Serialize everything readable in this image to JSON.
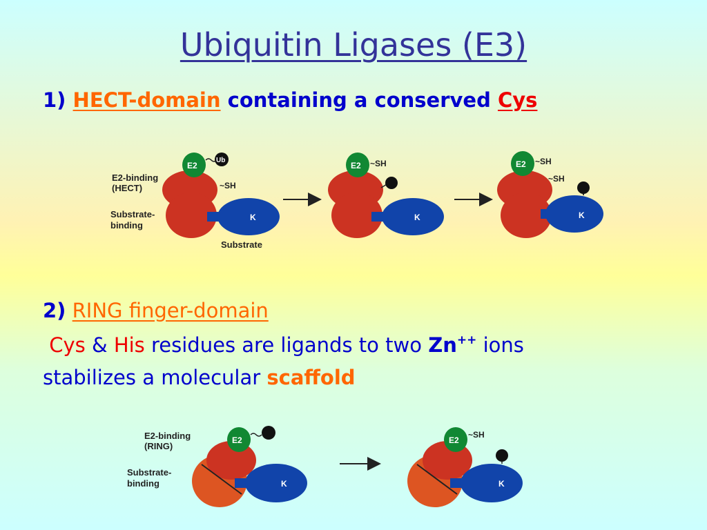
{
  "title": "Ubiquitin Ligases (E3)",
  "section1": {
    "number": "1)",
    "domain": "HECT-domain",
    "text": "containing a conserved",
    "residue": "Cys"
  },
  "section2": {
    "number": "2)",
    "domain": "RING finger-domain",
    "res1": "Cys",
    "amp": "&",
    "res2": "His",
    "text_a": "residues are ligands to two",
    "ion": "Zn",
    "charge": "++",
    "text_b": "ions",
    "text_c": "stabilizes a molecular",
    "scaffold": "scaffold"
  },
  "hect_diagram": {
    "label_e2_binding_1": "E2-binding",
    "label_e2_binding_2": "(HECT)",
    "label_substrate_binding_1": "Substrate-",
    "label_substrate_binding_2": "binding",
    "label_substrate": "Substrate",
    "e2": "E2",
    "ub": "Ub",
    "sh": "~SH",
    "k": "K"
  },
  "ring_diagram": {
    "label_e2_binding_1": "E2-binding",
    "label_e2_binding_2": "(RING)",
    "label_substrate_binding_1": "Substrate-",
    "label_substrate_binding_2": "binding",
    "e2": "E2",
    "sh": "~SH",
    "k": "K"
  },
  "colors": {
    "e3_red": "#cc3322",
    "e3_orange": "#dd5522",
    "e2_green": "#118833",
    "substrate_blue": "#1144aa",
    "ubiquitin": "#111111"
  }
}
